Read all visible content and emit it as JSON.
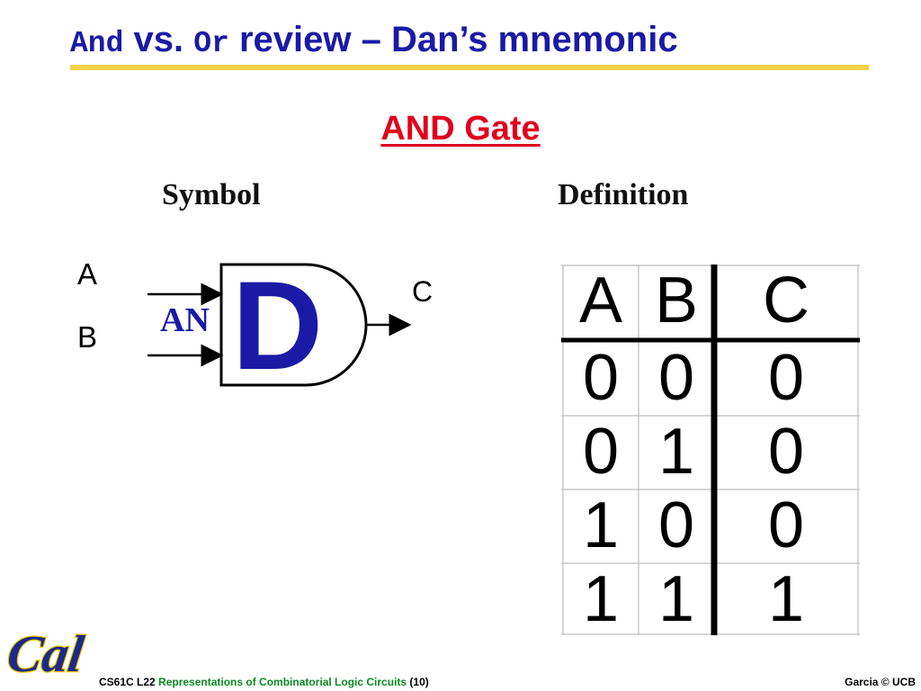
{
  "title": {
    "word1": "And",
    "word2": " vs. ",
    "word3": "Or",
    "rest": " review – Dan’s mnemonic"
  },
  "gate_heading": "AND Gate",
  "labels": {
    "symbol": "Symbol",
    "definition": "Definition",
    "input_a": "A",
    "input_b": "B",
    "output_c": "C"
  },
  "mnemonic": {
    "an": "AN",
    "d": "D"
  },
  "truth_table": {
    "headers": [
      "A",
      "B",
      "C"
    ],
    "rows": [
      [
        "0",
        "0",
        "0"
      ],
      [
        "0",
        "1",
        "0"
      ],
      [
        "1",
        "0",
        "0"
      ],
      [
        "1",
        "1",
        "1"
      ]
    ]
  },
  "footer": {
    "course": "CS61C L22 ",
    "lecture": "Representations of Combinatorial Logic Circuits",
    "page": " (10)",
    "credit": "Garcia © UCB"
  },
  "logo_text": "Cal",
  "colors": {
    "title_blue": "#1a1aa6",
    "heading_red": "#e0001e",
    "rule_yellow": "#f5d24a",
    "footer_green": "#0a8a22"
  }
}
